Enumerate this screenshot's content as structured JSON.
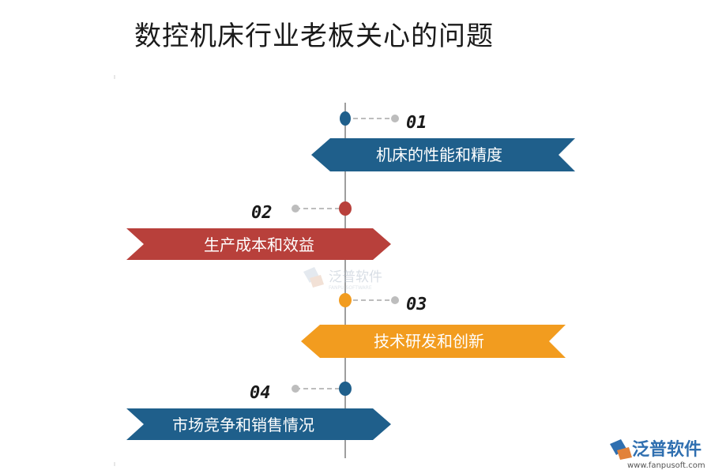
{
  "title": "数控机床行业老板关心的问题",
  "items": [
    {
      "num": "01",
      "label": "机床的性能和精度",
      "color": "#1f5f8b",
      "side": "right"
    },
    {
      "num": "02",
      "label": "生产成本和效益",
      "color": "#b8403b",
      "side": "left"
    },
    {
      "num": "03",
      "label": "技术研发和创新",
      "color": "#f29c1f",
      "side": "right"
    },
    {
      "num": "04",
      "label": "市场竞争和销售情况",
      "color": "#1f5f8b",
      "side": "left"
    }
  ],
  "watermark": {
    "cn": "泛普软件",
    "en": "FANPU SOFTWARE"
  },
  "logo": {
    "cn": "泛普软件",
    "url": "www.fanpusoft.com"
  },
  "colors": {
    "axis": "#9e9e9e",
    "connector": "#bdbdbd",
    "text_on_banner": "#ffffff"
  }
}
